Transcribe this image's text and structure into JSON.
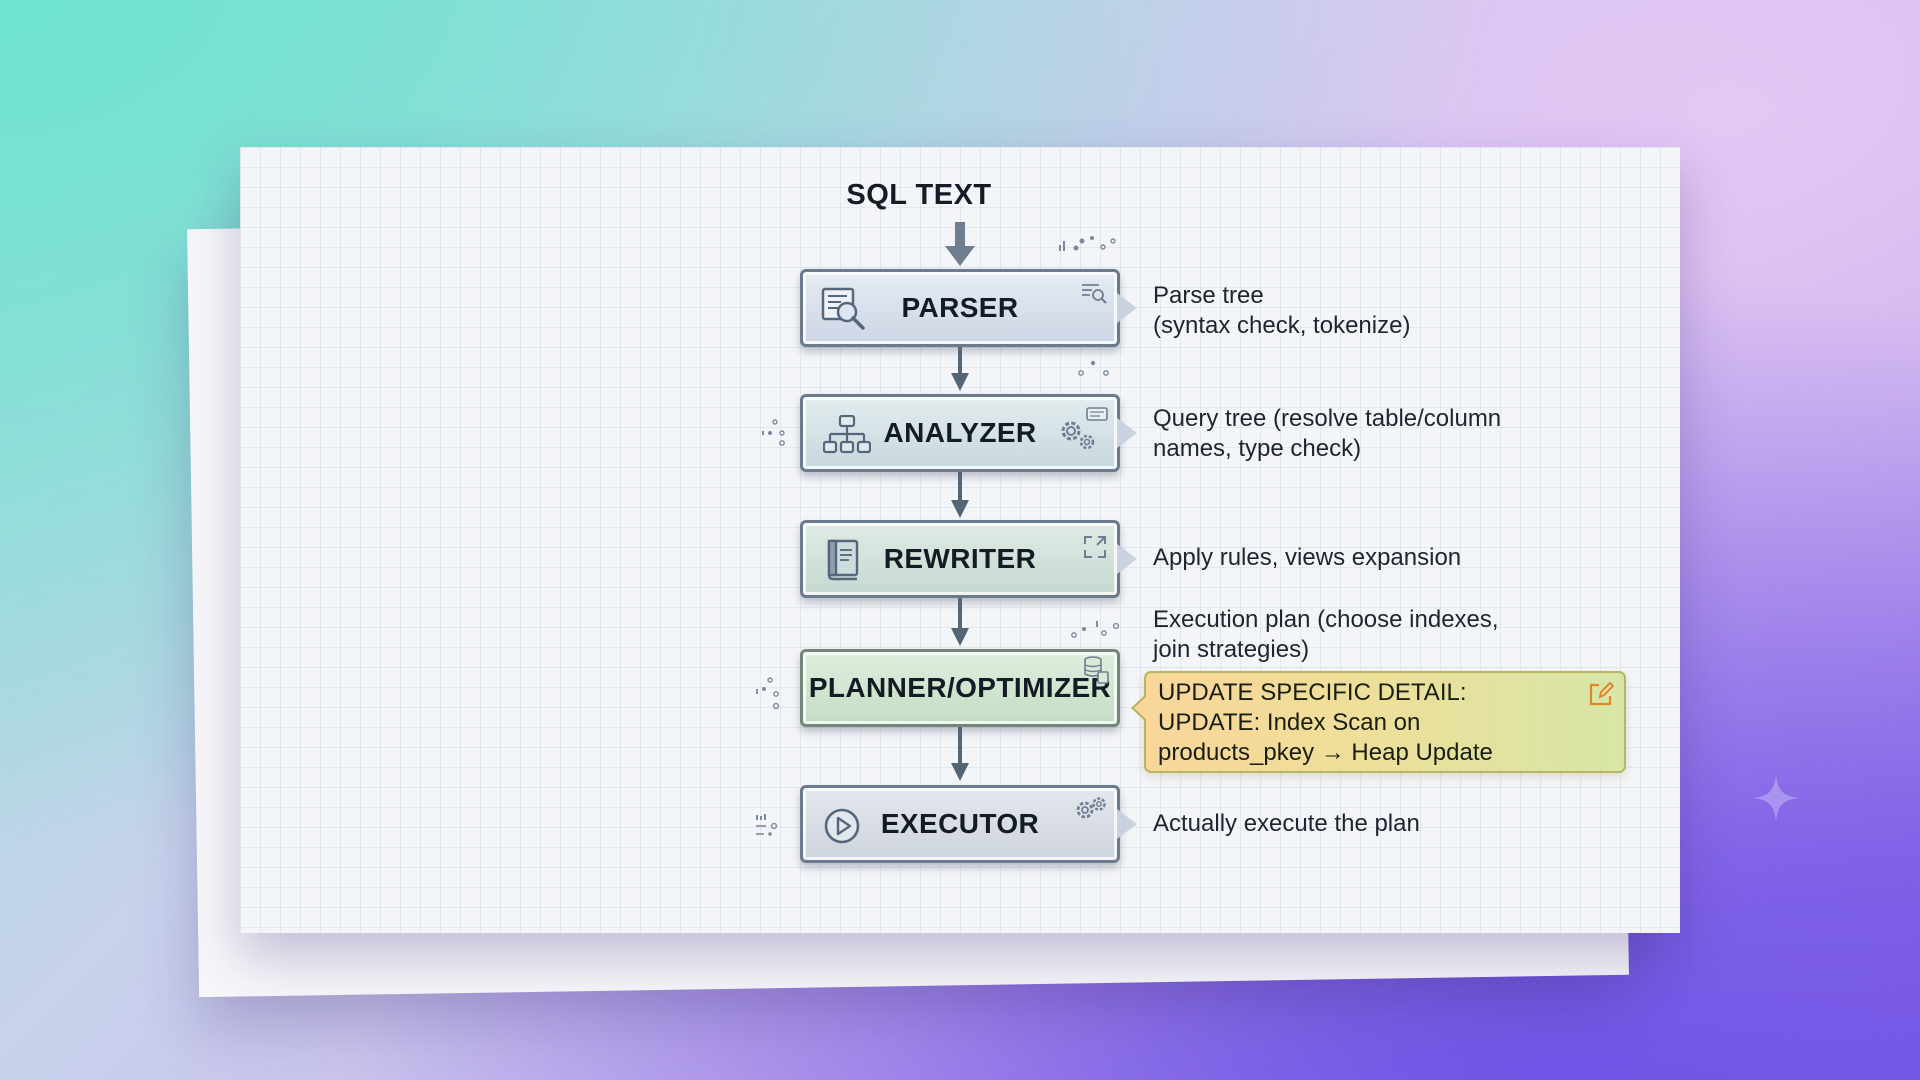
{
  "diagram": {
    "title": "SQL TEXT",
    "stages": [
      {
        "label": "PARSER",
        "icon": "search-document-icon",
        "corner_icon": "list-search-icon"
      },
      {
        "label": "ANALYZER",
        "icon": "hierarchy-icon",
        "corner_icon": "gears-icon"
      },
      {
        "label": "REWRITER",
        "icon": "book-icon",
        "corner_icon": "expand-icon"
      },
      {
        "label": "PLANNER/OPTIMIZER",
        "icon": "",
        "corner_icon": "database-icon"
      },
      {
        "label": "EXECUTOR",
        "icon": "play-icon",
        "corner_icon": "gears-icon"
      }
    ],
    "notes": [
      {
        "line1": "Parse tree",
        "line2": "(syntax check, tokenize)"
      },
      {
        "line1": "Query tree (resolve table/column",
        "line2": "names, type check)"
      },
      {
        "line1": "Apply rules, views expansion",
        "line2": ""
      },
      {
        "line1": "Execution plan (choose indexes,",
        "line2": "join strategies)"
      },
      {
        "line1": "Actually execute the plan",
        "line2": ""
      }
    ],
    "detail": {
      "line1": "UPDATE SPECIFIC DETAIL:",
      "line2": "UPDATE: Index Scan on",
      "line3": "products_pkey → Heap Update",
      "icon": "edit-icon",
      "colors": {
        "start": "#f9d69a",
        "end": "#d7e6a7",
        "border": "#b9b560"
      }
    }
  }
}
